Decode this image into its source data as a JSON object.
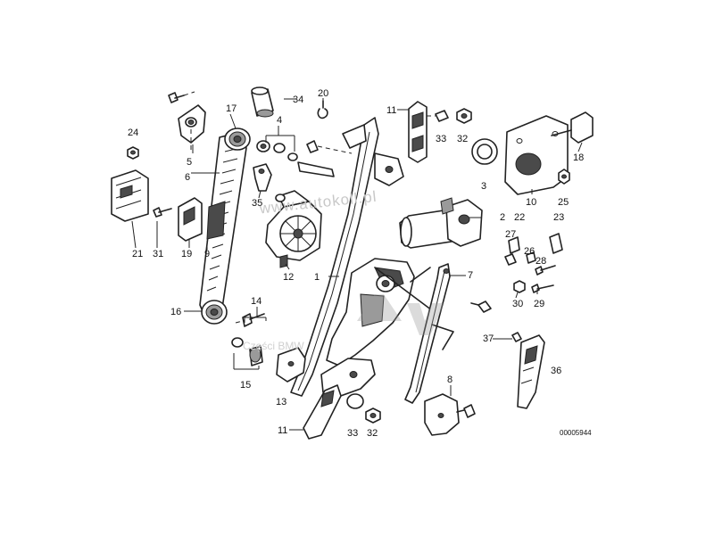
{
  "diagram": {
    "reference_number": "00005944",
    "watermarks": {
      "site": "www.autokoll.pl",
      "shop": "Części BMW"
    },
    "part_labels": [
      {
        "id": "p1",
        "text": "1"
      },
      {
        "id": "p2",
        "text": "2"
      },
      {
        "id": "p3",
        "text": "3"
      },
      {
        "id": "p4",
        "text": "4"
      },
      {
        "id": "p5",
        "text": "5"
      },
      {
        "id": "p6",
        "text": "6"
      },
      {
        "id": "p7",
        "text": "7"
      },
      {
        "id": "p8",
        "text": "8"
      },
      {
        "id": "p9",
        "text": "9"
      },
      {
        "id": "p10",
        "text": "10"
      },
      {
        "id": "p11a",
        "text": "11"
      },
      {
        "id": "p11b",
        "text": "11"
      },
      {
        "id": "p12",
        "text": "12"
      },
      {
        "id": "p13",
        "text": "13"
      },
      {
        "id": "p14",
        "text": "14"
      },
      {
        "id": "p15",
        "text": "15"
      },
      {
        "id": "p16",
        "text": "16"
      },
      {
        "id": "p17",
        "text": "17"
      },
      {
        "id": "p18",
        "text": "18"
      },
      {
        "id": "p19",
        "text": "19"
      },
      {
        "id": "p20",
        "text": "20"
      },
      {
        "id": "p21",
        "text": "21"
      },
      {
        "id": "p22",
        "text": "22"
      },
      {
        "id": "p23",
        "text": "23"
      },
      {
        "id": "p24",
        "text": "24"
      },
      {
        "id": "p25",
        "text": "25"
      },
      {
        "id": "p26",
        "text": "26"
      },
      {
        "id": "p27",
        "text": "27"
      },
      {
        "id": "p28",
        "text": "28"
      },
      {
        "id": "p29",
        "text": "29"
      },
      {
        "id": "p30",
        "text": "30"
      },
      {
        "id": "p31",
        "text": "31"
      },
      {
        "id": "p32a",
        "text": "32"
      },
      {
        "id": "p32b",
        "text": "32"
      },
      {
        "id": "p33a",
        "text": "33"
      },
      {
        "id": "p33b",
        "text": "33"
      },
      {
        "id": "p34",
        "text": "34"
      },
      {
        "id": "p35",
        "text": "35"
      },
      {
        "id": "p36",
        "text": "36"
      },
      {
        "id": "p37",
        "text": "37"
      }
    ]
  }
}
